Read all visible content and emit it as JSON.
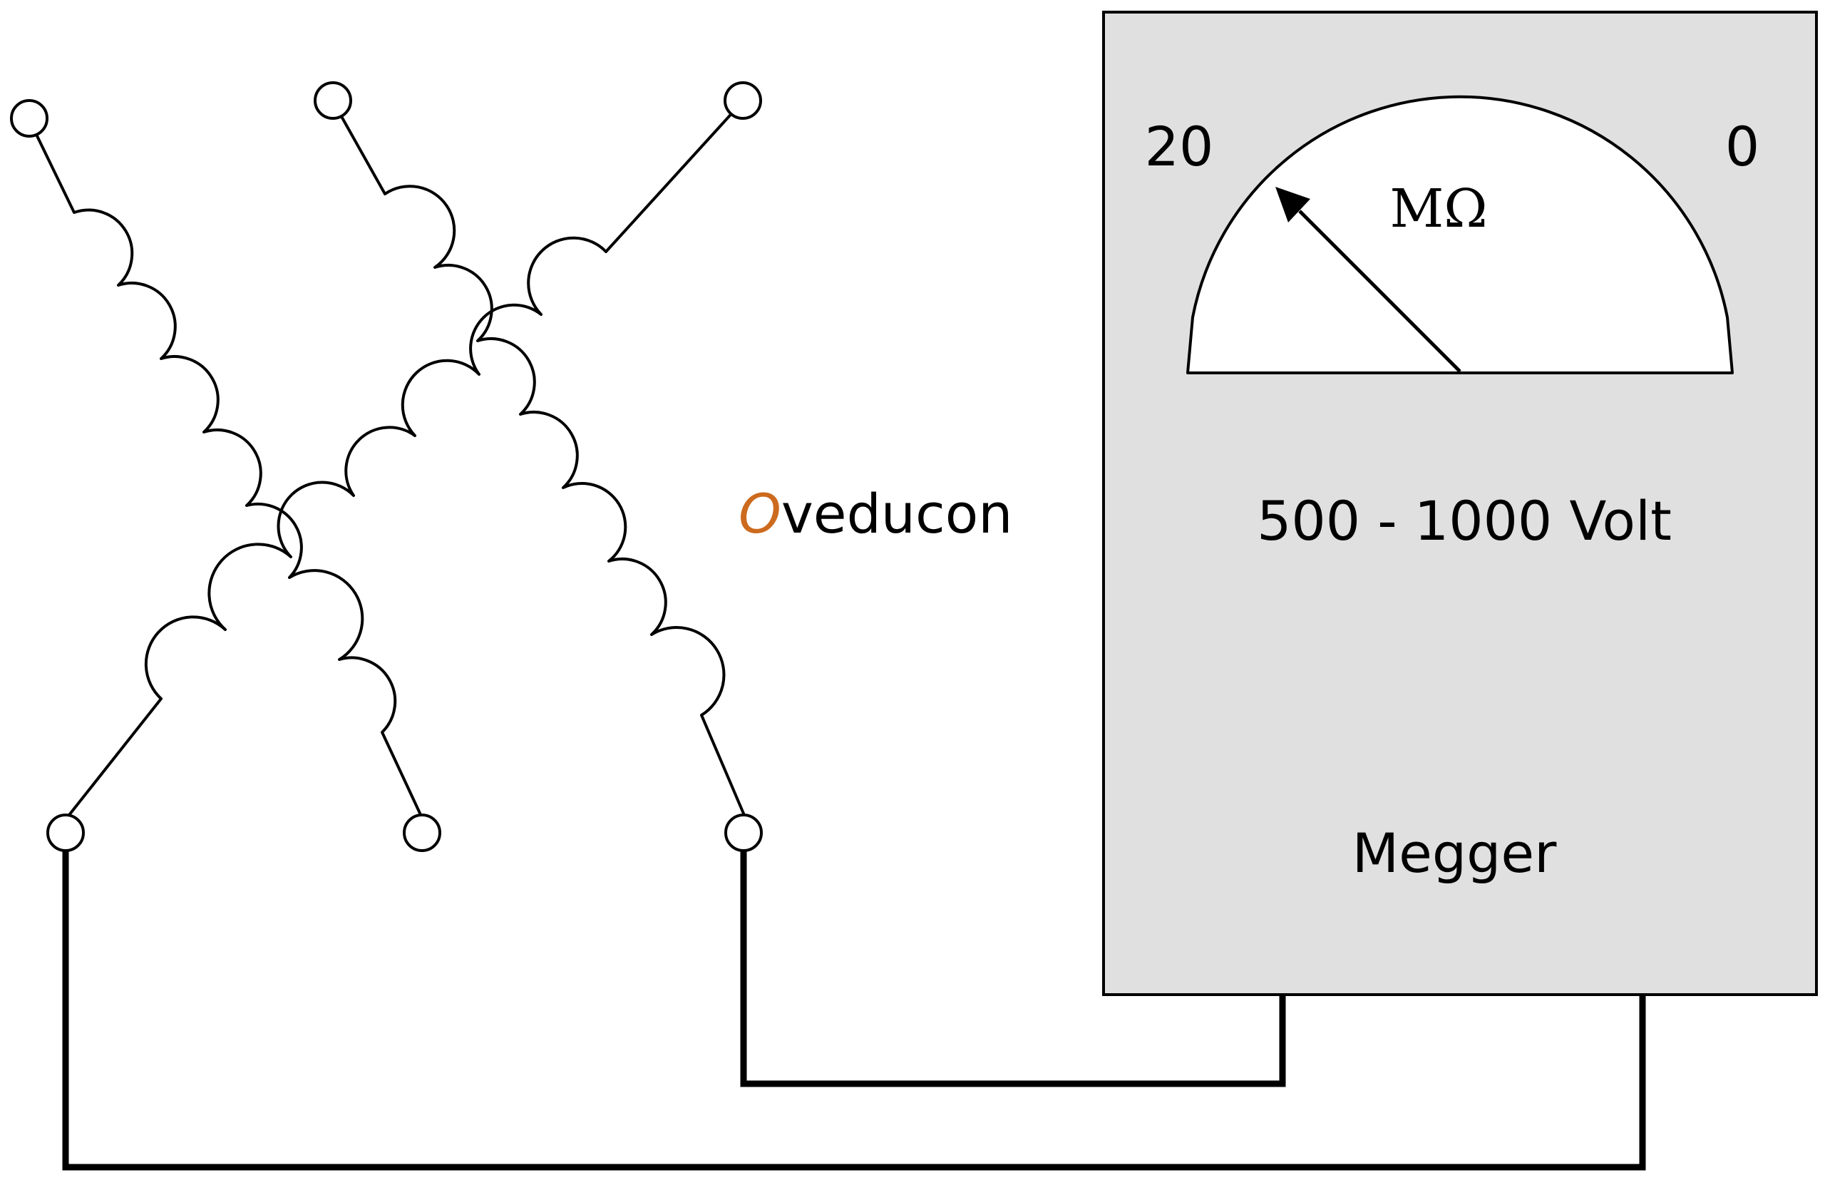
{
  "brand": {
    "accent_letter": "O",
    "rest": "veducon",
    "accent_color": "#cc6a1e"
  },
  "meter": {
    "scale_left": "20",
    "scale_right": "0",
    "unit": "MΩ",
    "voltage": "500 - 1000 Volt",
    "name": "Megger",
    "case_color": "#e0e0e0"
  },
  "motor": {
    "windings": 3,
    "terminals": 6,
    "connection": "open"
  }
}
